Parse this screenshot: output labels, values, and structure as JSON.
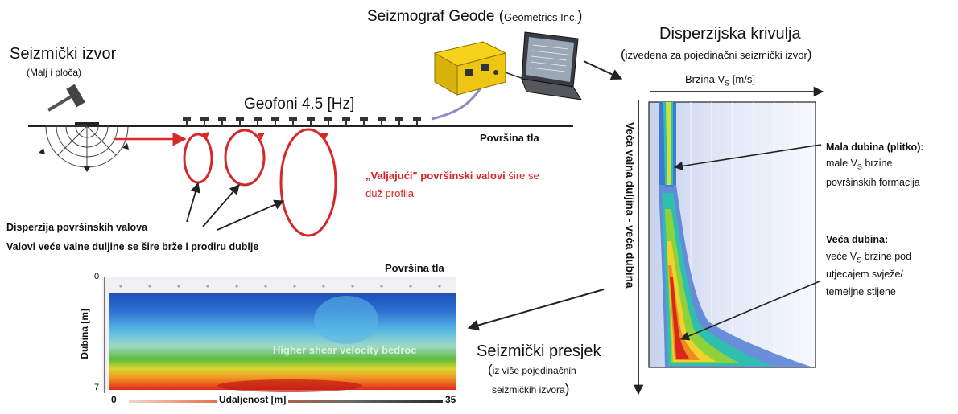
{
  "source": {
    "title": "Seizmički izvor",
    "subtitle": "(Malj i ploča)"
  },
  "seismograph": {
    "title_main": "Seizmograf Geode",
    "title_paren_open": "(",
    "title_paren_text": "Geometrics Inc.",
    "title_paren_close": ")"
  },
  "geophones": {
    "label": "Geofoni 4.5 [Hz]"
  },
  "surface": {
    "label_top": "Površina tla",
    "label_section": "Površina tla"
  },
  "waves": {
    "rolling_bold": "„Valjajući\" površinski valovi",
    "rolling_rest": " šire se",
    "rolling_line2": "duž profila"
  },
  "dispersion_note": {
    "line1": "Disperzija površinskih valova",
    "line2": "Valovi veće valne duljine se šire brže i prodiru dublje"
  },
  "curve": {
    "title": "Disperzijska krivulja",
    "subtitle_open": "(",
    "subtitle_text": "izvedena za pojedinačni seizmički izvor",
    "subtitle_close": ")",
    "x_axis_prefix": "Brzina V",
    "x_axis_sub": "S",
    "x_axis_suffix": " [m/s]",
    "y_axis": "Veća valna duljina - veća dubina"
  },
  "shallow": {
    "heading": "Mala dubina (plitko):",
    "line1_prefix": "male V",
    "line1_sub": "S",
    "line1_suffix": " brzine",
    "line2": "površinskih formacija"
  },
  "deep": {
    "heading": "Veća dubina:",
    "line1_prefix": "veće V",
    "line1_sub": "S",
    "line1_suffix": " brzine pod",
    "line2": "utjecajem svježe/",
    "line3": "temeljne stijene"
  },
  "section": {
    "title": "Seizmički presjek",
    "subtitle1_open": "(",
    "subtitle1_text": "iz više pojedinačnih",
    "subtitle2_text": "seizmičkih izvora",
    "subtitle2_close": ")",
    "y_axis": "Dubina [m]",
    "y_tick_top": "0",
    "y_tick_bottom": "7",
    "x_label": "Udaljenost [m]",
    "x_tick_left": "0",
    "x_tick_right": "35",
    "inner_text": "Higher shear velocity bedroc"
  },
  "colors": {
    "wave_red": "#d62828",
    "emphasis_red": "#e02020",
    "arrow": "#333333"
  }
}
